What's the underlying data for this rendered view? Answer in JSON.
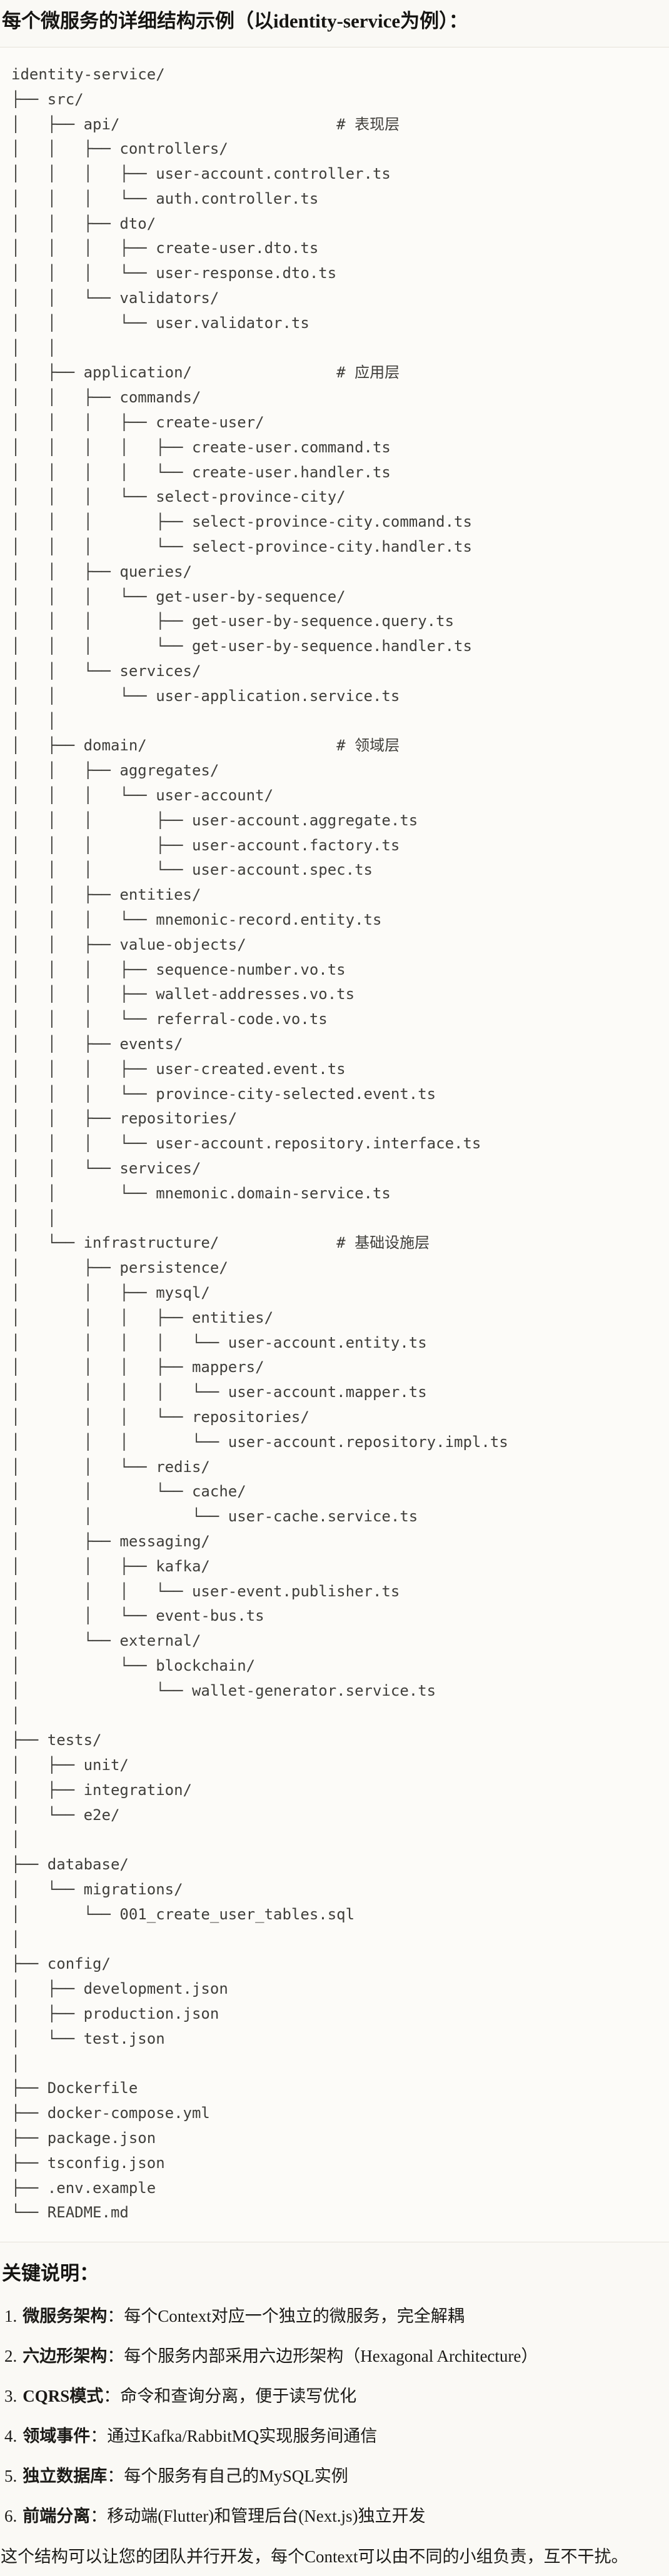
{
  "page": {
    "title": "每个微服务的详细结构示例（以identity-service为例）："
  },
  "colors": {
    "page_bg": "#FAF9F5",
    "code_bg": "#FCFBF8",
    "code_border": "#E6E3D9",
    "code_text": "#3F3E3A",
    "text": "#1B1A17"
  },
  "code_tree": {
    "lines": [
      "identity-service/",
      "├── src/",
      "│   ├── api/                        # 表现层",
      "│   │   ├── controllers/",
      "│   │   │   ├── user-account.controller.ts",
      "│   │   │   └── auth.controller.ts",
      "│   │   ├── dto/",
      "│   │   │   ├── create-user.dto.ts",
      "│   │   │   └── user-response.dto.ts",
      "│   │   └── validators/",
      "│   │       └── user.validator.ts",
      "│   │",
      "│   ├── application/                # 应用层",
      "│   │   ├── commands/",
      "│   │   │   ├── create-user/",
      "│   │   │   │   ├── create-user.command.ts",
      "│   │   │   │   └── create-user.handler.ts",
      "│   │   │   └── select-province-city/",
      "│   │   │       ├── select-province-city.command.ts",
      "│   │   │       └── select-province-city.handler.ts",
      "│   │   ├── queries/",
      "│   │   │   └── get-user-by-sequence/",
      "│   │   │       ├── get-user-by-sequence.query.ts",
      "│   │   │       └── get-user-by-sequence.handler.ts",
      "│   │   └── services/",
      "│   │       └── user-application.service.ts",
      "│   │",
      "│   ├── domain/                     # 领域层",
      "│   │   ├── aggregates/",
      "│   │   │   └── user-account/",
      "│   │   │       ├── user-account.aggregate.ts",
      "│   │   │       ├── user-account.factory.ts",
      "│   │   │       └── user-account.spec.ts",
      "│   │   ├── entities/",
      "│   │   │   └── mnemonic-record.entity.ts",
      "│   │   ├── value-objects/",
      "│   │   │   ├── sequence-number.vo.ts",
      "│   │   │   ├── wallet-addresses.vo.ts",
      "│   │   │   └── referral-code.vo.ts",
      "│   │   ├── events/",
      "│   │   │   ├── user-created.event.ts",
      "│   │   │   └── province-city-selected.event.ts",
      "│   │   ├── repositories/",
      "│   │   │   └── user-account.repository.interface.ts",
      "│   │   └── services/",
      "│   │       └── mnemonic.domain-service.ts",
      "│   │",
      "│   └── infrastructure/             # 基础设施层",
      "│       ├── persistence/",
      "│       │   ├── mysql/",
      "│       │   │   ├── entities/",
      "│       │   │   │   └── user-account.entity.ts",
      "│       │   │   ├── mappers/",
      "│       │   │   │   └── user-account.mapper.ts",
      "│       │   │   └── repositories/",
      "│       │   │       └── user-account.repository.impl.ts",
      "│       │   └── redis/",
      "│       │       └── cache/",
      "│       │           └── user-cache.service.ts",
      "│       ├── messaging/",
      "│       │   ├── kafka/",
      "│       │   │   └── user-event.publisher.ts",
      "│       │   └── event-bus.ts",
      "│       └── external/",
      "│           └── blockchain/",
      "│               └── wallet-generator.service.ts",
      "│",
      "├── tests/",
      "│   ├── unit/",
      "│   ├── integration/",
      "│   └── e2e/",
      "│",
      "├── database/",
      "│   └── migrations/",
      "│       └── 001_create_user_tables.sql",
      "│",
      "├── config/",
      "│   ├── development.json",
      "│   ├── production.json",
      "│   └── test.json",
      "│",
      "├── Dockerfile",
      "├── docker-compose.yml",
      "├── package.json",
      "├── tsconfig.json",
      "├── .env.example",
      "└── README.md"
    ]
  },
  "notes": {
    "heading": "关键说明：",
    "items": [
      {
        "num": "1.",
        "term": "微服务架构",
        "sep": "：",
        "desc": "每个Context对应一个独立的微服务，完全解耦"
      },
      {
        "num": "2.",
        "term": "六边形架构",
        "sep": "：",
        "desc": "每个服务内部采用六边形架构（Hexagonal Architecture）"
      },
      {
        "num": "3.",
        "term": "CQRS模式",
        "sep": "：",
        "desc": "命令和查询分离，便于读写优化"
      },
      {
        "num": "4.",
        "term": "领域事件",
        "sep": "：",
        "desc": "通过Kafka/RabbitMQ实现服务间通信"
      },
      {
        "num": "5.",
        "term": "独立数据库",
        "sep": "：",
        "desc": "每个服务有自己的MySQL实例"
      },
      {
        "num": "6.",
        "term": "前端分离",
        "sep": "：",
        "desc": "移动端(Flutter)和管理后台(Next.js)独立开发"
      }
    ]
  },
  "footer": {
    "text": "这个结构可以让您的团队并行开发，每个Context可以由不同的小组负责，互不干扰。"
  }
}
